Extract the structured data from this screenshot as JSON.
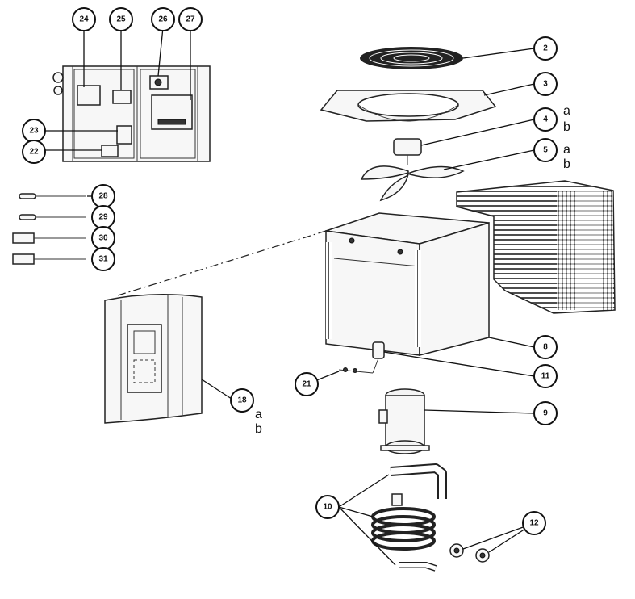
{
  "callouts": {
    "c2": "2",
    "c3": "3",
    "c4": "4",
    "c5": "5",
    "c8": "8",
    "c9": "9",
    "c10": "10",
    "c11": "11",
    "c12": "12",
    "c18": "18",
    "c21": "21",
    "c22": "22",
    "c23": "23",
    "c24": "24",
    "c25": "25",
    "c26": "26",
    "c27": "27",
    "c28": "28",
    "c29": "29",
    "c30": "30",
    "c31": "31"
  },
  "variants": {
    "p4a": "a",
    "p4b": "b",
    "p5a": "a",
    "p5b": "b",
    "p18a": "a",
    "p18b": "b"
  }
}
